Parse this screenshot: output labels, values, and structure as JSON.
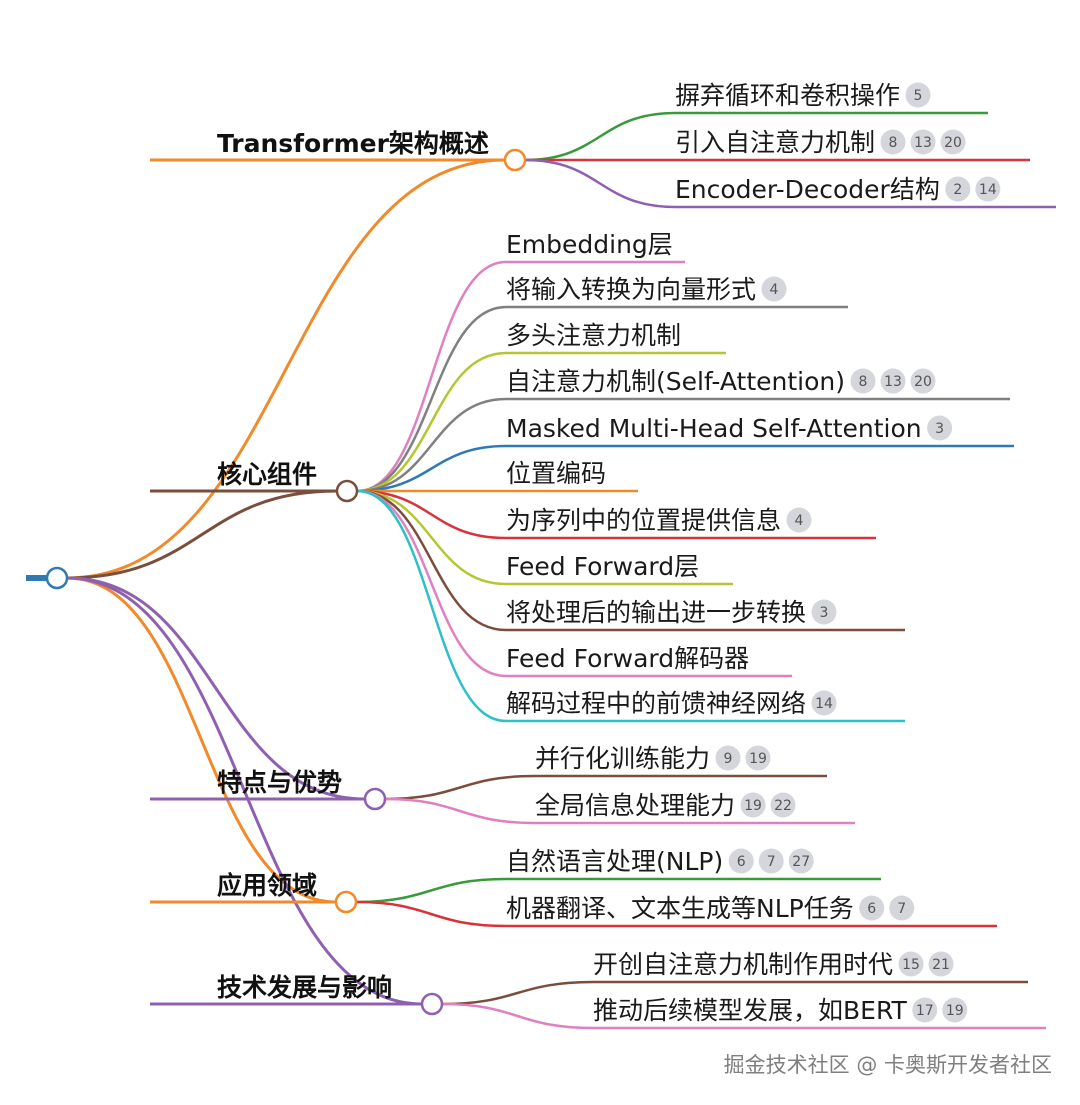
{
  "root": {},
  "branches": [
    {
      "label": "Transformer架构概述",
      "color": "#f18a2a",
      "children": [
        {
          "label": "摒弃循环和卷积操作",
          "refs": [
            "5"
          ],
          "color": "#3a9a3a"
        },
        {
          "label": "引入自注意力机制",
          "refs": [
            "8",
            "13",
            "20"
          ],
          "color": "#d8333a"
        },
        {
          "label": "Encoder-Decoder结构",
          "refs": [
            "2",
            "14"
          ],
          "color": "#9060b0"
        }
      ]
    },
    {
      "label": "核心组件",
      "color": "#7b4d3d",
      "children": [
        {
          "label": "Embedding层",
          "refs": [],
          "color": "#e080c0"
        },
        {
          "label": "将输入转换为向量形式",
          "refs": [
            "4"
          ],
          "color": "#808080"
        },
        {
          "label": "多头注意力机制",
          "refs": [],
          "color": "#b5c633"
        },
        {
          "label": "自注意力机制(Self-Attention)",
          "refs": [
            "8",
            "13",
            "20"
          ],
          "color": "#808080"
        },
        {
          "label": "Masked Multi-Head Self-Attention",
          "refs": [
            "3"
          ],
          "color": "#2f7ab5"
        },
        {
          "label": "位置编码",
          "refs": [],
          "color": "#f18a2a"
        },
        {
          "label": "为序列中的位置提供信息",
          "refs": [
            "4"
          ],
          "color": "#d8333a"
        },
        {
          "label": "Feed Forward层",
          "refs": [],
          "color": "#b5c633"
        },
        {
          "label": "将处理后的输出进一步转换",
          "refs": [
            "3"
          ],
          "color": "#7b4d3d"
        },
        {
          "label": "Feed Forward解码器",
          "refs": [],
          "color": "#e080c0"
        },
        {
          "label": "解码过程中的前馈神经网络",
          "refs": [
            "14"
          ],
          "color": "#2cc0c8"
        }
      ]
    },
    {
      "label": "特点与优势",
      "color": "#9060b0",
      "children": [
        {
          "label": "并行化训练能力",
          "refs": [
            "9",
            "19"
          ],
          "color": "#7b4d3d"
        },
        {
          "label": "全局信息处理能力",
          "refs": [
            "19",
            "22"
          ],
          "color": "#e080c0"
        }
      ]
    },
    {
      "label": "应用领域",
      "color": "#f18a2a",
      "children": [
        {
          "label": "自然语言处理(NLP)",
          "refs": [
            "6",
            "7",
            "27"
          ],
          "color": "#3a9a3a"
        },
        {
          "label": "机器翻译、文本生成等NLP任务",
          "refs": [
            "6",
            "7"
          ],
          "color": "#d8333a"
        }
      ]
    },
    {
      "label": "技术发展与影响",
      "color": "#9060b0",
      "children": [
        {
          "label": "开创自注意力机制作用时代",
          "refs": [
            "15",
            "21"
          ],
          "color": "#7b4d3d"
        },
        {
          "label": "推动后续模型发展，如BERT",
          "refs": [
            "17",
            "19"
          ],
          "color": "#e080c0"
        }
      ]
    }
  ],
  "watermark": "掘金技术社区 @ 卡奥斯开发者社区",
  "colors": {
    "root": "#2f7ab5",
    "badge": "#d4d6db",
    "background": "#ffffff"
  }
}
